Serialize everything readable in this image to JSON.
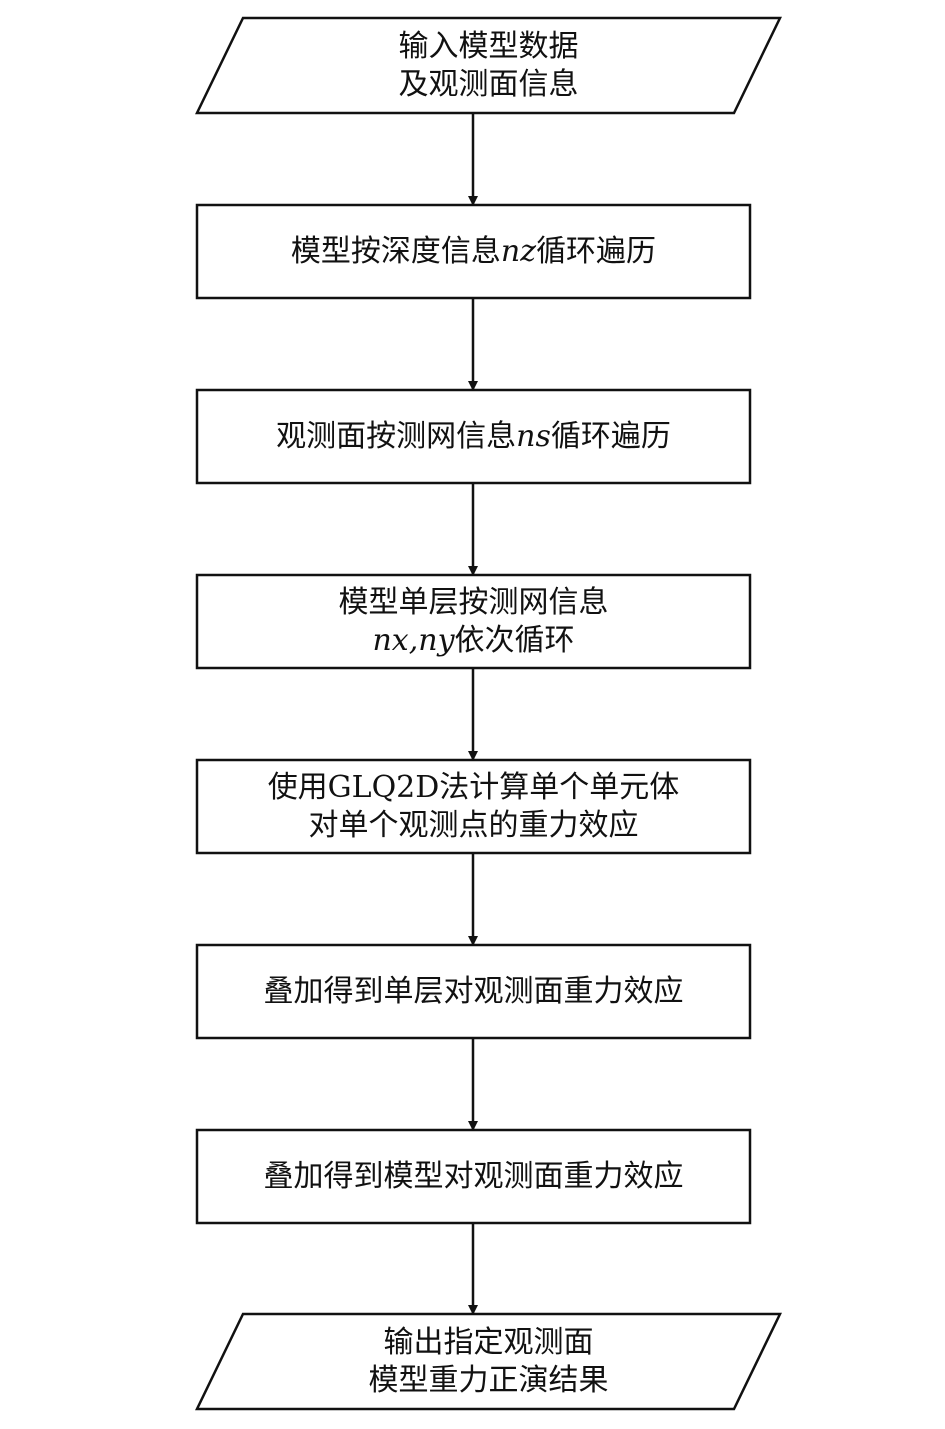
{
  "diagram": {
    "type": "flowchart",
    "direction": "top-to-bottom",
    "colors": {
      "stroke": "#111111",
      "fill": "#ffffff",
      "text": "#111111"
    },
    "nodes": [
      {
        "id": "input",
        "shape": "parallelogram",
        "lines": [
          [
            {
              "t": "输入模型数据"
            }
          ],
          [
            {
              "t": "及观测面信息"
            }
          ]
        ]
      },
      {
        "id": "loop-nz",
        "shape": "rect",
        "lines": [
          [
            {
              "t": "模型按深度信息"
            },
            {
              "t": "nz",
              "i": true
            },
            {
              "t": "循环遍历"
            }
          ]
        ]
      },
      {
        "id": "loop-ns",
        "shape": "rect",
        "lines": [
          [
            {
              "t": "观测面按测网信息"
            },
            {
              "t": "ns",
              "i": true
            },
            {
              "t": "循环遍历"
            }
          ]
        ]
      },
      {
        "id": "loop-nxny",
        "shape": "rect",
        "lines": [
          [
            {
              "t": "模型单层按测网信息"
            }
          ],
          [
            {
              "t": "nx,ny",
              "i": true
            },
            {
              "t": "依次循环"
            }
          ]
        ]
      },
      {
        "id": "glq2d",
        "shape": "rect",
        "lines": [
          [
            {
              "t": "使用GLQ2D法计算单个单元体"
            }
          ],
          [
            {
              "t": "对单个观测点的重力效应"
            }
          ]
        ]
      },
      {
        "id": "sum-layer",
        "shape": "rect",
        "lines": [
          [
            {
              "t": "叠加得到单层对观测面重力效应"
            }
          ]
        ]
      },
      {
        "id": "sum-model",
        "shape": "rect",
        "lines": [
          [
            {
              "t": "叠加得到模型对观测面重力效应"
            }
          ]
        ]
      },
      {
        "id": "output",
        "shape": "parallelogram",
        "lines": [
          [
            {
              "t": "输出指定观测面"
            }
          ],
          [
            {
              "t": "模型重力正演结果"
            }
          ]
        ]
      }
    ]
  }
}
